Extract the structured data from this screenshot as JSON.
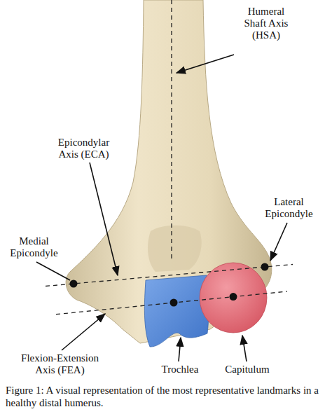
{
  "diagram": {
    "caption": "Figure 1: A visual representation of the most representative landmarks in a healthy distal humerus.",
    "labels": [
      "Humeral Shaft Axis (HSA)",
      "Epicondylar Axis (ECA)",
      "Lateral Epicondyle",
      "Medial Epicondyle",
      "Flexion-Extension Axis (FEA)",
      "Trochlea",
      "Capitulum"
    ]
  }
}
